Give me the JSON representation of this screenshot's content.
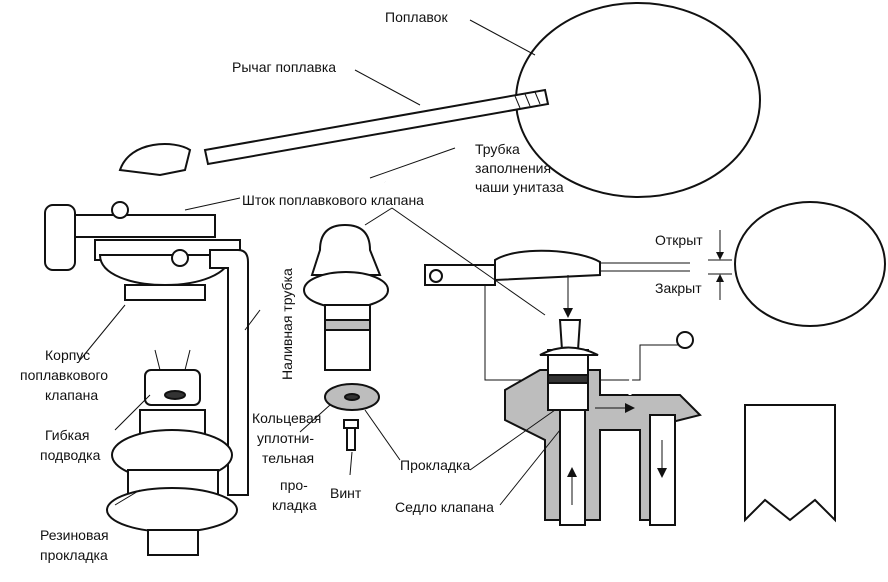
{
  "labels": {
    "float": "Поплавок",
    "float_arm": "Рычаг поплавка",
    "fill_tube": [
      "Трубка",
      "заполнения",
      "чаши унитаза"
    ],
    "valve_stem": "Шток поплавкового клапана",
    "open": "Открыт",
    "closed": "Закрыт",
    "refill_tube": "Наливная трубка",
    "valve_body": [
      "Корпус",
      "поплавкового",
      "клапана"
    ],
    "flex_supply": [
      "Гибкая",
      "подводка"
    ],
    "rubber_gasket": [
      "Резиновая",
      "прокладка"
    ],
    "o_ring": [
      "Кольцевая",
      "уплотни-",
      "тельная",
      "про-",
      "кладка"
    ],
    "screw": "Винт",
    "gasket": "Прокладка",
    "valve_seat": "Седло клапана"
  }
}
